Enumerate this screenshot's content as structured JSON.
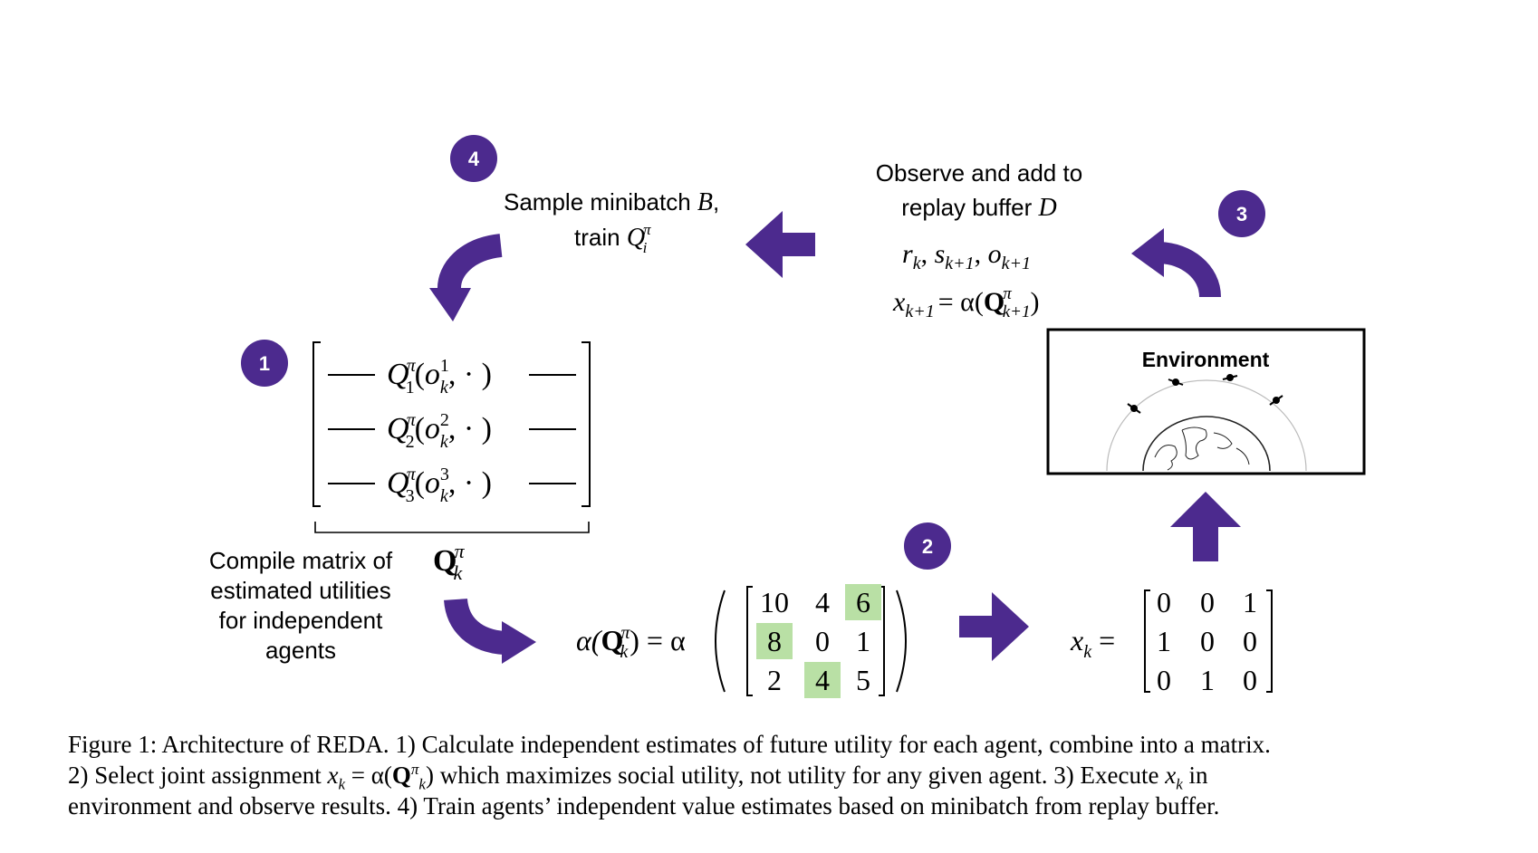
{
  "steps": {
    "s1": "1",
    "s2": "2",
    "s3": "3",
    "s4": "4"
  },
  "labels": {
    "sample_l1": "Sample minibatch",
    "sample_B": "B",
    "sample_comma": ",",
    "train": "train",
    "train_Q": "Q",
    "train_pi": "π",
    "train_i": "i",
    "observe_l1": "Observe and add to",
    "observe_l2": "replay buffer",
    "observe_D": "D",
    "compile_l1": "Compile matrix of",
    "compile_l2": "estimated utilities",
    "compile_l3": "for independent",
    "compile_l4": "agents",
    "environment": "Environment"
  },
  "equations": {
    "obs_r": "r",
    "obs_rk": "k",
    "obs_s": "s",
    "obs_sk": "k+1",
    "obs_o": "o",
    "obs_ok": "k+1",
    "obs_x": "x",
    "obs_xk": "k+1",
    "obs_eq": "= α(",
    "obs_Q": "Q",
    "obs_pi": "π",
    "obs_Qk": "k+1",
    "obs_close": ")",
    "matrix_rows": [
      {
        "Q": "Q",
        "pi": "π",
        "i": "1",
        "o": "o",
        "sup": "1",
        "sub": "k",
        "tail": ", · )"
      },
      {
        "Q": "Q",
        "pi": "π",
        "i": "2",
        "o": "o",
        "sup": "2",
        "sub": "k",
        "tail": ", · )"
      },
      {
        "Q": "Q",
        "pi": "π",
        "i": "3",
        "o": "o",
        "sup": "3",
        "sub": "k",
        "tail": ", · )"
      }
    ],
    "Qk_Q": "Q",
    "Qk_pi": "π",
    "Qk_k": "k",
    "alpha_lhs": "α(",
    "alpha_Q": "Q",
    "alpha_pi": "π",
    "alpha_k": "k",
    "alpha_eq": ") = α",
    "alpha_matrix": [
      [
        "10",
        "4",
        "6"
      ],
      [
        "8",
        "0",
        "1"
      ],
      [
        "2",
        "4",
        "5"
      ]
    ],
    "alpha_highlight": [
      [
        0,
        2
      ],
      [
        1,
        0
      ],
      [
        2,
        1
      ]
    ],
    "x_lhs": "x",
    "x_k": "k",
    "x_eq": "=",
    "x_matrix": [
      [
        "0",
        "0",
        "1"
      ],
      [
        "1",
        "0",
        "0"
      ],
      [
        "0",
        "1",
        "0"
      ]
    ]
  },
  "caption": {
    "l1": "Figure 1: Architecture of REDA. 1) Calculate independent estimates of future utility for each agent, combine into a matrix.",
    "l2_a": "2) Select joint assignment ",
    "l2_x": "x",
    "l2_k": "k",
    "l2_eq": " = α(",
    "l2_Q": "Q",
    "l2_pi": "π",
    "l2_k2": "k",
    "l2_b": ") which maximizes social utility, not utility for any given agent. 3) Execute ",
    "l2_x2": "x",
    "l2_k3": "k",
    "l2_c": " in",
    "l3": "environment and observe results. 4) Train agents’ independent value estimates based on minibatch from replay buffer."
  },
  "colors": {
    "accent": "#4c2a8e",
    "highlight": "#b9e0a5",
    "text": "#000000"
  }
}
